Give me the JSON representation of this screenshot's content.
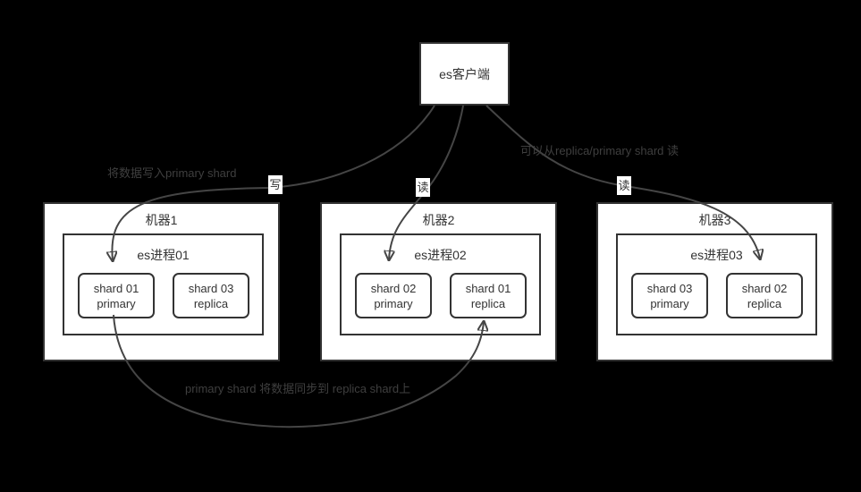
{
  "colors": {
    "background": "#000000",
    "node_fill": "#ffffff",
    "node_stroke": "#333333",
    "node_text": "#333333",
    "edge_stroke": "#454545",
    "note_text": "#3f3f3f",
    "chip_background": "#ffffff"
  },
  "client": {
    "label": "es客户端"
  },
  "machines": [
    {
      "title": "机器1",
      "process": "es进程01",
      "shards": [
        {
          "line1": "shard 01",
          "line2": "primary"
        },
        {
          "line1": "shard 03",
          "line2": "replica"
        }
      ]
    },
    {
      "title": "机器2",
      "process": "es进程02",
      "shards": [
        {
          "line1": "shard 02",
          "line2": "primary"
        },
        {
          "line1": "shard 01",
          "line2": "replica"
        }
      ]
    },
    {
      "title": "机器3",
      "process": "es进程03",
      "shards": [
        {
          "line1": "shard 03",
          "line2": "primary"
        },
        {
          "line1": "shard 02",
          "line2": "replica"
        }
      ]
    }
  ],
  "edge_labels": {
    "write": "写",
    "read_primary": "读",
    "read_replica": "读"
  },
  "notes": {
    "write": "将数据写入primary shard",
    "read": "可以从replica/primary shard 读",
    "sync": "primary shard 将数据同步到 replica shard上"
  }
}
